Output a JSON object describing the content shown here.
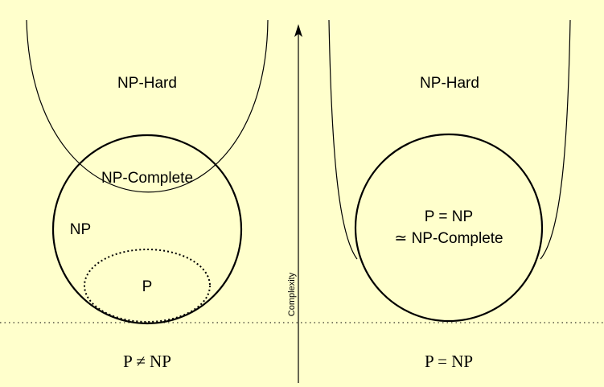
{
  "colors": {
    "background": "#ffffcc",
    "stroke": "#000000"
  },
  "left": {
    "np_hard_label": "NP-Hard",
    "np_complete_label": "NP-Complete",
    "np_label": "NP",
    "p_label": "P",
    "caption": "P ≠ NP"
  },
  "axis": {
    "label": "Complexity"
  },
  "right": {
    "np_hard_label": "NP-Hard",
    "center_line1": "P = NP",
    "center_line2": "≃ NP-Complete",
    "caption": "P = NP"
  }
}
